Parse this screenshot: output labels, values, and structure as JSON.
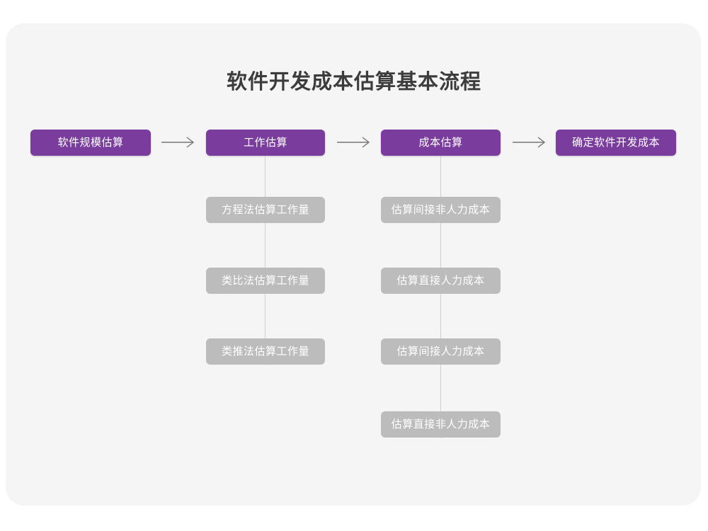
{
  "page": {
    "title": "软件开发成本估算基本流程",
    "background_color": "#ffffff",
    "card_color": "#f5f5f5"
  },
  "colors": {
    "primary": "#7a3d9e",
    "secondary": "#bcbcbc",
    "connector": "#cfcfcf",
    "title_text": "#3c3c3c",
    "node_text": "#ffffff"
  },
  "flow": {
    "main_steps": [
      {
        "label": "软件规模估算"
      },
      {
        "label": "工作估算"
      },
      {
        "label": "成本估算"
      },
      {
        "label": "确定软件开发成本"
      }
    ],
    "arrows": [
      {
        "name": "arrow-1",
        "glyph": "→"
      },
      {
        "name": "arrow-2",
        "glyph": "→"
      },
      {
        "name": "arrow-3",
        "glyph": "→"
      }
    ],
    "branches": [
      {
        "parent": "工作估算",
        "items": [
          {
            "label": "方程法估算工作量"
          },
          {
            "label": "类比法估算工作量"
          },
          {
            "label": "类推法估算工作量"
          }
        ]
      },
      {
        "parent": "成本估算",
        "items": [
          {
            "label": "估算间接非人力成本"
          },
          {
            "label": "估算直接人力成本"
          },
          {
            "label": "估算间接人力成本"
          },
          {
            "label": "估算直接非人力成本"
          }
        ]
      }
    ]
  }
}
